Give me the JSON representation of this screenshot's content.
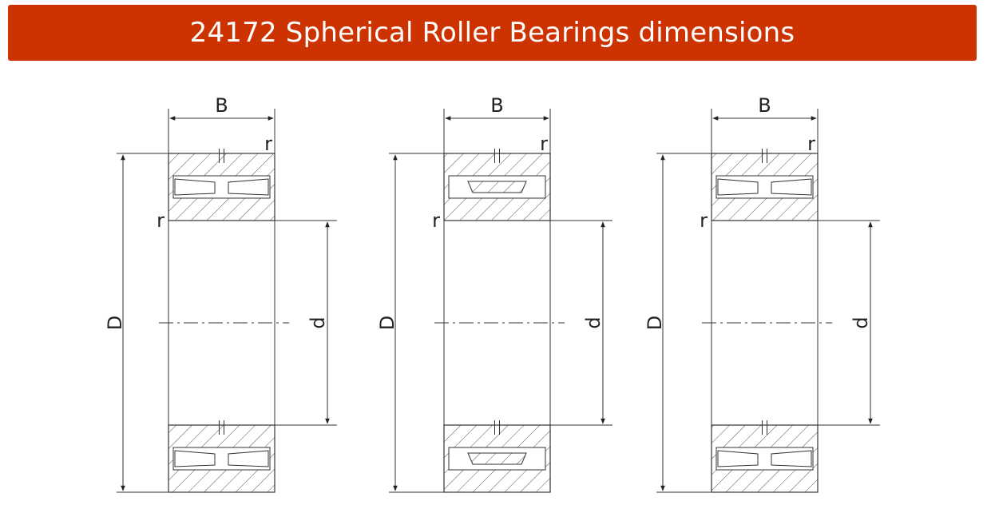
{
  "title": "24172 Spherical Roller Bearings dimensions",
  "colors": {
    "banner": "#cc3300",
    "banner_text": "#ffffff",
    "line": "#333333"
  },
  "diagrams": [
    {
      "id": "bearing-variant-1",
      "labels": {
        "width": "B",
        "outer_diameter": "D",
        "bore": "d",
        "radius": "r"
      }
    },
    {
      "id": "bearing-variant-2",
      "labels": {
        "width": "B",
        "outer_diameter": "D",
        "bore": "d",
        "radius": "r"
      }
    },
    {
      "id": "bearing-variant-3",
      "labels": {
        "width": "B",
        "outer_diameter": "D",
        "bore": "d",
        "radius": "r"
      }
    }
  ]
}
